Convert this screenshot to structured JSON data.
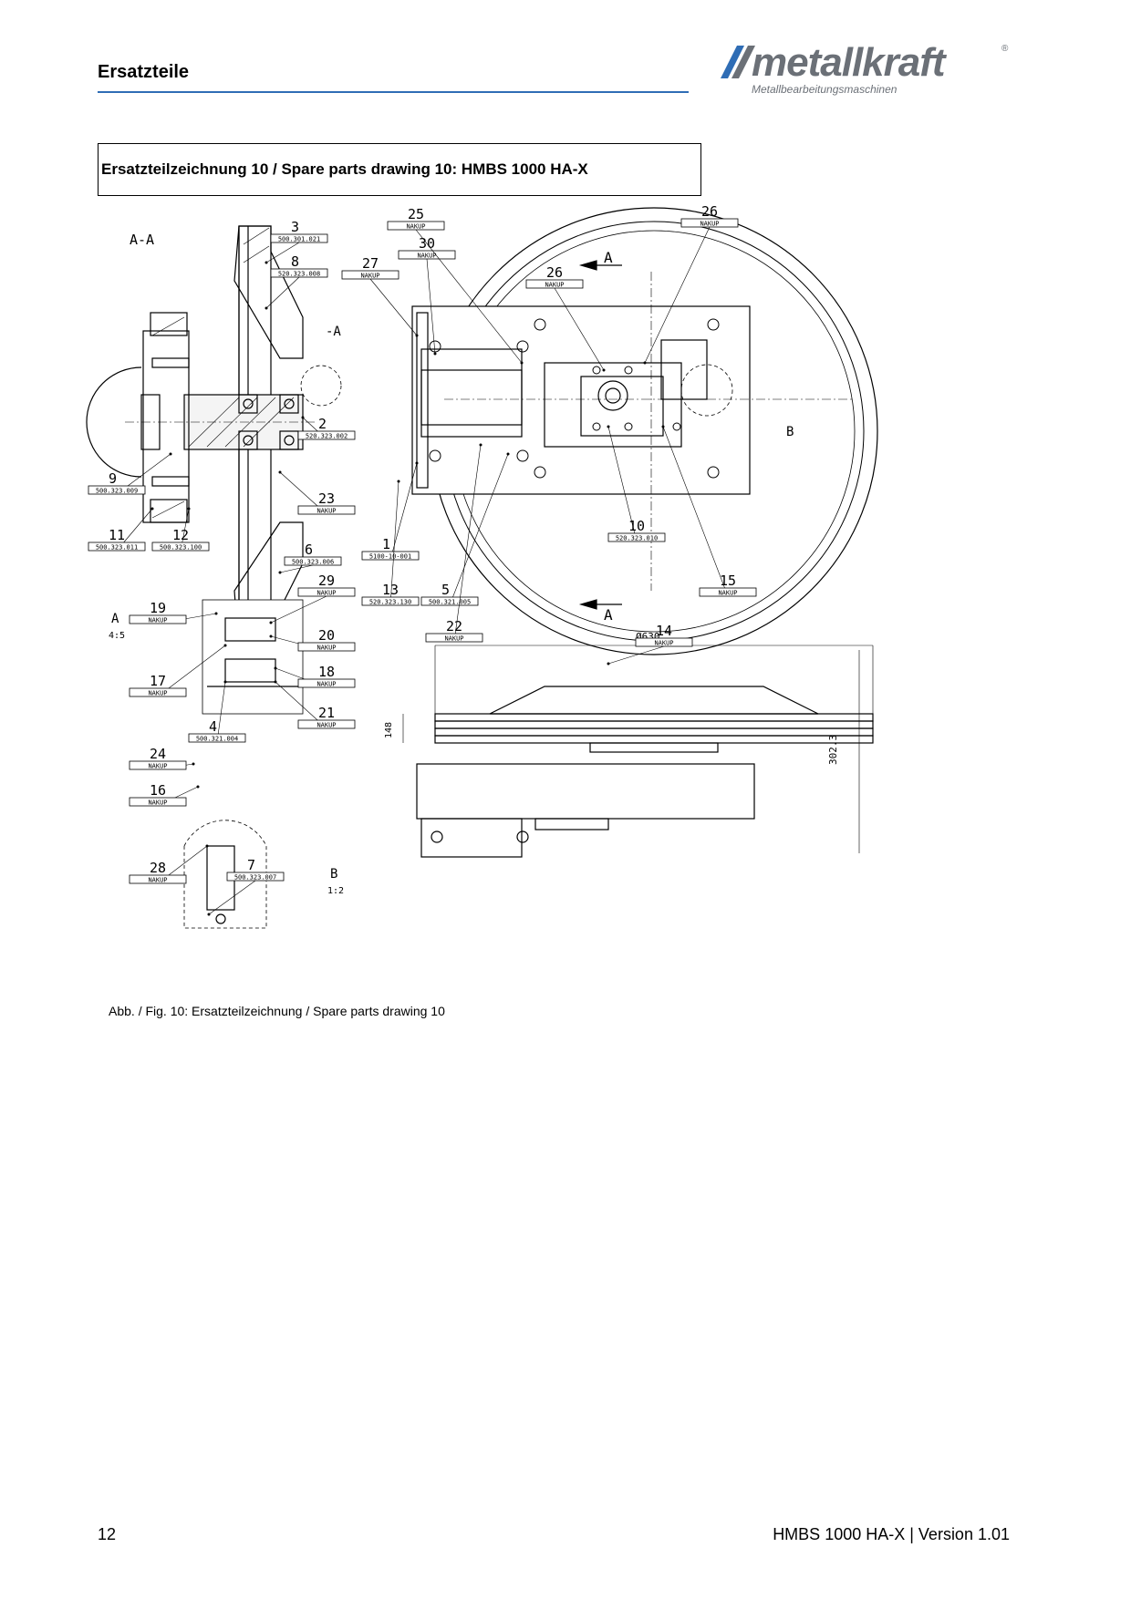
{
  "header": {
    "section_title": "Ersatzteile"
  },
  "logo": {
    "wordmark": "metallkraft",
    "registered": "®",
    "tagline": "Metallbearbeitungsmaschinen"
  },
  "title": "Ersatzteilzeichnung 10 / Spare parts drawing 10: HMBS 1000 HA-X",
  "drawing": {
    "section_label": "A-A",
    "detail_a_label": "A",
    "detail_a_scale": "4:5",
    "detail_b_label": "B",
    "detail_b_scale": "1:2",
    "cut_marker": "A",
    "dim_diameter": "Ø630",
    "dim_height": "302.3",
    "dim_side": "148",
    "callouts": [
      {
        "num": "3",
        "code": "500.301.021"
      },
      {
        "num": "8",
        "code": "520.323.008"
      },
      {
        "num": "27",
        "code": "NAKUP"
      },
      {
        "num": "30",
        "code": "NAKUP"
      },
      {
        "num": "25",
        "code": "NAKUP"
      },
      {
        "num": "26",
        "code": "NAKUP"
      },
      {
        "num": "26",
        "code": "NAKUP"
      },
      {
        "num": "2",
        "code": "520.323.002"
      },
      {
        "num": "9",
        "code": "500.323.009"
      },
      {
        "num": "23",
        "code": "NAKUP"
      },
      {
        "num": "11",
        "code": "500.323.011"
      },
      {
        "num": "12",
        "code": "500.323.100"
      },
      {
        "num": "10",
        "code": "520.323.010"
      },
      {
        "num": "6",
        "code": "500.323.006"
      },
      {
        "num": "1",
        "code": "5100-10-001"
      },
      {
        "num": "13",
        "code": "520.323.130"
      },
      {
        "num": "5",
        "code": "500.321.005"
      },
      {
        "num": "15",
        "code": "NAKUP"
      },
      {
        "num": "19",
        "code": "NAKUP"
      },
      {
        "num": "29",
        "code": "NAKUP"
      },
      {
        "num": "20",
        "code": "NAKUP"
      },
      {
        "num": "22",
        "code": "NAKUP"
      },
      {
        "num": "14",
        "code": "NAKUP"
      },
      {
        "num": "17",
        "code": "NAKUP"
      },
      {
        "num": "18",
        "code": "NAKUP"
      },
      {
        "num": "21",
        "code": "NAKUP"
      },
      {
        "num": "4",
        "code": "500.321.004"
      },
      {
        "num": "24",
        "code": "NAKUP"
      },
      {
        "num": "16",
        "code": "NAKUP"
      },
      {
        "num": "28",
        "code": "NAKUP"
      },
      {
        "num": "7",
        "code": "500.323.007"
      }
    ]
  },
  "caption": "Abb. / Fig. 10: Ersatzteilzeichnung / Spare parts drawing 10",
  "footer": {
    "page_number": "12",
    "doc_version": "HMBS 1000 HA-X | Version 1.01"
  }
}
